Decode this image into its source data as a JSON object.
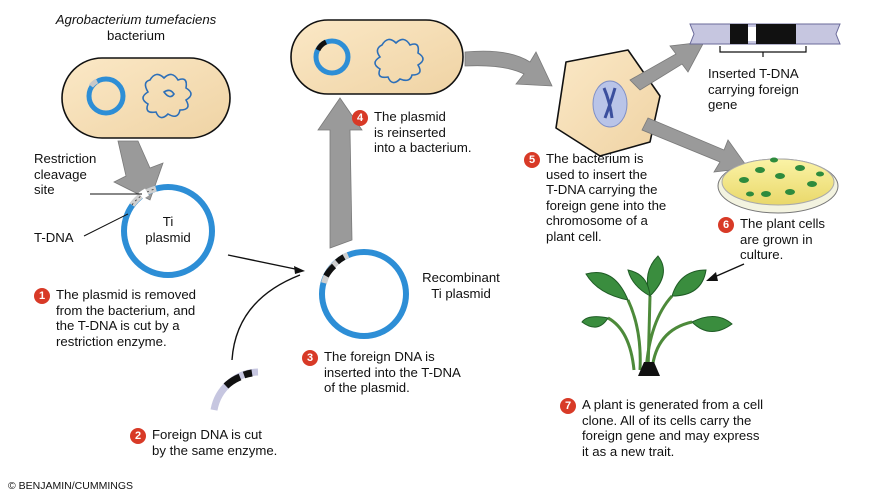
{
  "colors": {
    "cell_fill": "#f6dfb8",
    "plasmid_blue": "#2d8ed6",
    "arrow_gray": "#9a9a9a",
    "step_badge": "#d83a27",
    "colony_green": "#2e8b3d",
    "leaf_green": "#3a8d3e"
  },
  "labels": {
    "bacterium_species": "Agrobacterium tumefaciens",
    "bacterium": "bacterium",
    "restriction_site": "Restriction\ncleavage\nsite",
    "tdna": "T-DNA",
    "ti_plasmid": "Ti\nplasmid",
    "recombinant": "Recombinant\nTi plasmid",
    "inserted_tdna": "Inserted T-DNA\ncarrying foreign\ngene",
    "copyright": "© BENJAMIN/CUMMINGS"
  },
  "steps": [
    {
      "num": "1",
      "text": "The plasmid is removed\nfrom the bacterium, and\nthe T-DNA is cut by a\nrestriction enzyme."
    },
    {
      "num": "2",
      "text": "Foreign DNA is cut\nby the same enzyme."
    },
    {
      "num": "3",
      "text": "The foreign DNA is\ninserted into the T-DNA\nof the plasmid."
    },
    {
      "num": "4",
      "text": "The plasmid\nis reinserted\ninto a bacterium."
    },
    {
      "num": "5",
      "text": "The bacterium is\nused to insert the\nT-DNA carrying the\nforeign gene into the\nchromosome of a\nplant cell."
    },
    {
      "num": "6",
      "text": "The plant cells\nare grown in\nculture."
    },
    {
      "num": "7",
      "text": "A plant is generated from a cell\nclone. All of its cells carry the\nforeign gene and may express\nit as a new trait."
    }
  ]
}
